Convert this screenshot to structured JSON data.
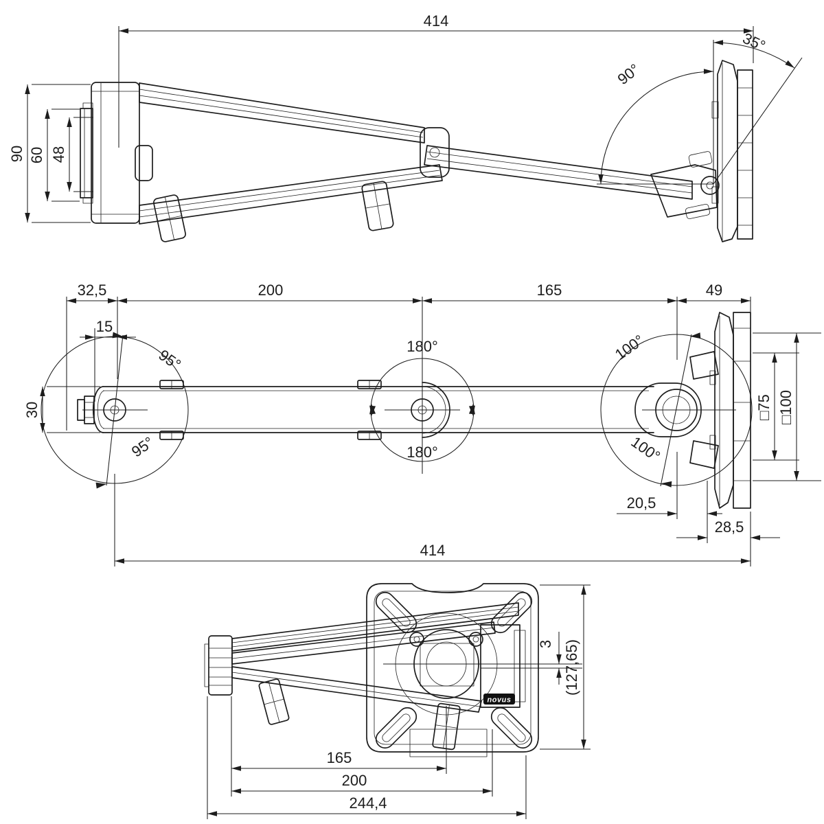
{
  "style": {
    "background": "#ffffff",
    "line_color": "#1d1d1d",
    "logo_bg": "#111111",
    "logo_fg": "#ffffff"
  },
  "views": {
    "side": {
      "dims": {
        "overall_length": "414",
        "bracket_height": "90",
        "plate_inner_height": "60",
        "slot_height": "48",
        "tilt_range": "90°",
        "tilt_forward": "35°"
      }
    },
    "plan": {
      "dims": {
        "wall_offset": "32,5",
        "arm_segment_1": "200",
        "arm_segment_2": "165",
        "head_depth": "49",
        "rail_offset": "15",
        "arm_width": "30",
        "swivel_joint1_up": "95°",
        "swivel_joint1_down": "95°",
        "swivel_joint2_up": "180°",
        "swivel_joint2_down": "180°",
        "swivel_joint3_up": "100°",
        "swivel_joint3_down": "100°",
        "vesa_75": "□75",
        "vesa_100": "□100",
        "head_offset": "20,5",
        "head_total_depth": "28,5",
        "overall_length": "414"
      }
    },
    "bottom": {
      "dims": {
        "axis_offset": "3",
        "plate_height": "(127,65)",
        "arm_segment_2": "165",
        "arm_segment_1": "200",
        "folded_length": "244,4"
      },
      "logo_text": "novus"
    }
  }
}
